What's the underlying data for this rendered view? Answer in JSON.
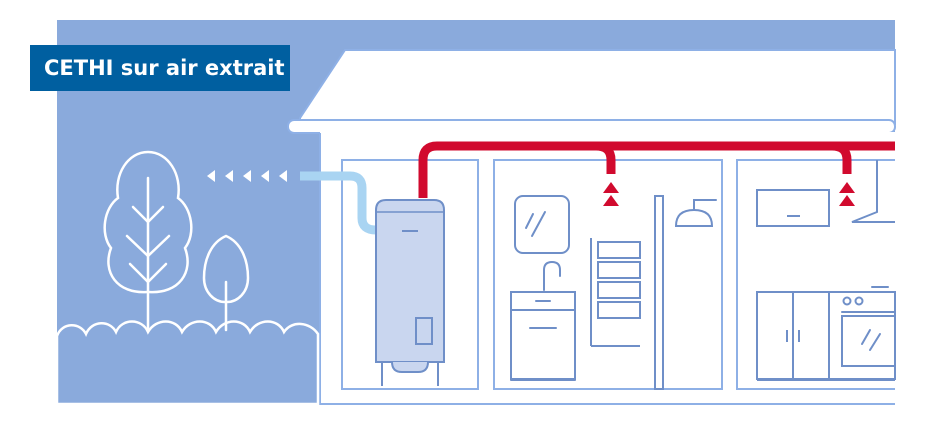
{
  "title": "CETHI sur air extrait",
  "colors": {
    "sky": "#8aaadc",
    "line": "#8eb0e6",
    "line_dark": "#6f8fc8",
    "duct_red": "#d10a2e",
    "duct_blue": "#a9d4f2",
    "tank_fill": "#c9d6ef",
    "title_bg": "#005fa0",
    "white": "#ffffff"
  },
  "icons": {
    "exhaust_arrows": "chevron-left-arrows",
    "extraction_arrows": "triangle-up-arrows"
  }
}
